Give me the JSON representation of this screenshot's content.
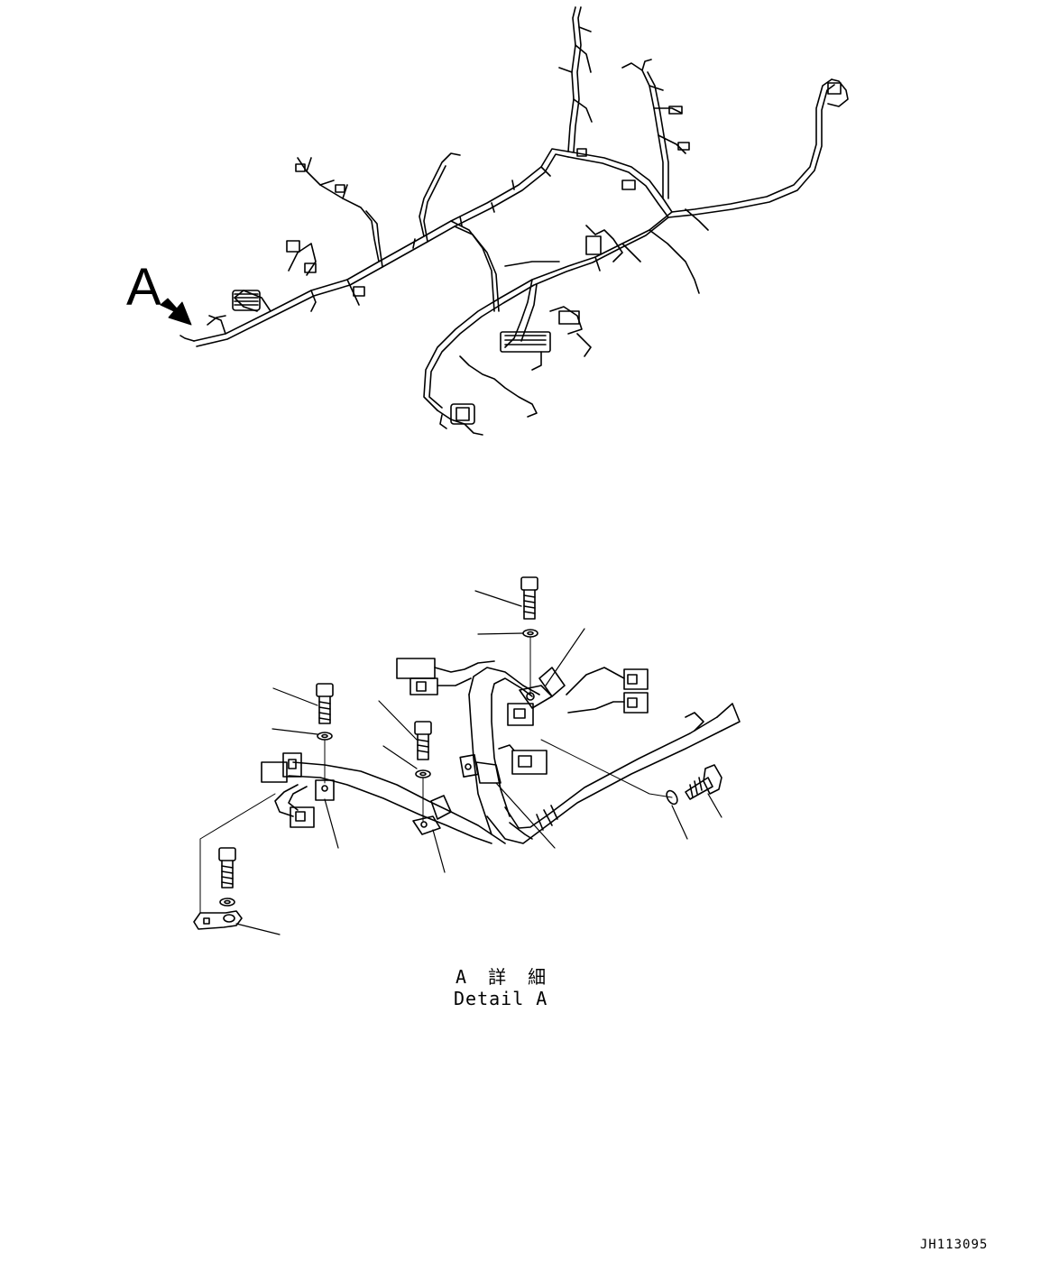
{
  "view_label": "A",
  "detail_title_jp": "A 詳 細",
  "detail_title_en": "Detail A",
  "drawing_id": "JH113095"
}
